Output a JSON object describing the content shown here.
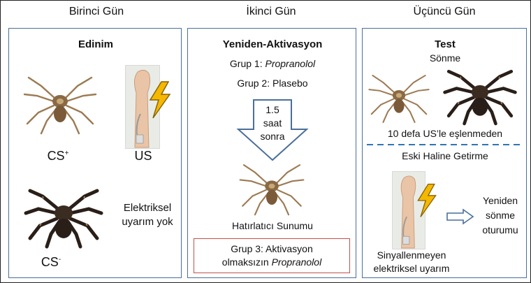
{
  "days": [
    "Birinci Gün",
    "İkinci Gün",
    "Üçüncü Gün"
  ],
  "panel1": {
    "title": "Edinim",
    "cs_plus": "CS",
    "cs_plus_sup": "+",
    "us": "US",
    "no_shock_line1": "Elektriksel",
    "no_shock_line2": "uyarım yok",
    "cs_minus": "CS",
    "cs_minus_sup": "-"
  },
  "panel2": {
    "title": "Yeniden-Aktivasyon",
    "group1_prefix": "Grup 1: ",
    "group1_drug": "Propranolol",
    "group2": "Grup 2: Plasebo",
    "arrow_line1": "1.5",
    "arrow_line2": "saat",
    "arrow_line3": "sonra",
    "reminder": "Hatırlatıcı Sunumu",
    "group3_line1": "Grup 3: Aktivasyon",
    "group3_line2_prefix": "olmaksızın ",
    "group3_line2_drug": "Propranolol"
  },
  "panel3": {
    "title": "Test",
    "subtitle": "Sönme",
    "pairing": "10 defa US’le eşlenmeden",
    "restore": "Eski Haline Getirme",
    "new_line1": "Yeniden",
    "new_line2": "sönme",
    "new_line3": "oturumu",
    "unsignaled_line1": "Sinyallenmeyen",
    "unsignaled_line2": "elektriksel uyarım"
  },
  "colors": {
    "panel_border": "#4a6f9a",
    "red_box": "#c0504d",
    "dashed_divider": "#2e75b6",
    "lightning": "#f5b800",
    "wolf_spider": "#9c7a52",
    "tarantula": "#2a1f18"
  }
}
